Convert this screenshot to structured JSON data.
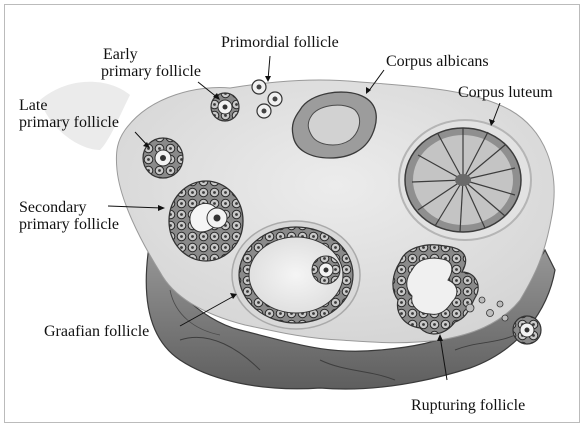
{
  "labels": {
    "primordial": "Primordial follicle",
    "early": [
      "Early",
      "primary follicle"
    ],
    "corpus_albicans": "Corpus albicans",
    "corpus_luteum": "Corpus luteum",
    "late": [
      "Late",
      "primary follicle"
    ],
    "secondary": [
      "Secondary",
      "primary follicle"
    ],
    "graafian": "Graafian follicle",
    "rupturing": "Rupturing follicle"
  }
}
